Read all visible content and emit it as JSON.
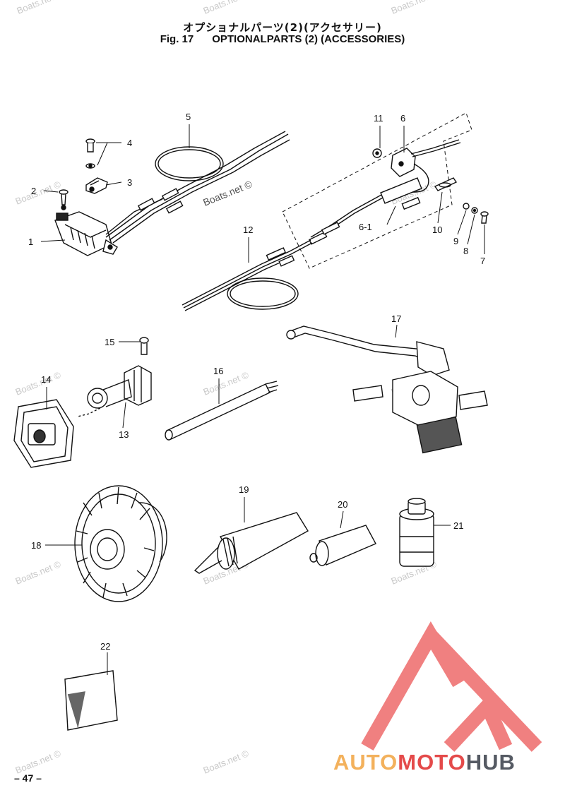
{
  "header": {
    "title_jp": "オプショナルパーツ(2)(アクセサリー)",
    "fig_label": "Fig. 17",
    "title_en": "OPTIONALPARTS (2) (ACCESSORIES)"
  },
  "callouts": [
    "1",
    "2",
    "3",
    "4",
    "5",
    "6",
    "6-1",
    "7",
    "8",
    "9",
    "10",
    "11",
    "12",
    "13",
    "14",
    "15",
    "16",
    "17",
    "18",
    "19",
    "20",
    "21",
    "22"
  ],
  "watermark": "Boats.net ©",
  "footer": {
    "page_number": "– 47 –"
  },
  "logo": {
    "part1": "AUTO",
    "part2": "MOTO",
    "part3": "HUB"
  },
  "colors": {
    "logo_auto": "#f3b15c",
    "logo_moto": "#e44a4a",
    "logo_hub": "#555a63",
    "logo_triangle": "#ee6b6b"
  }
}
